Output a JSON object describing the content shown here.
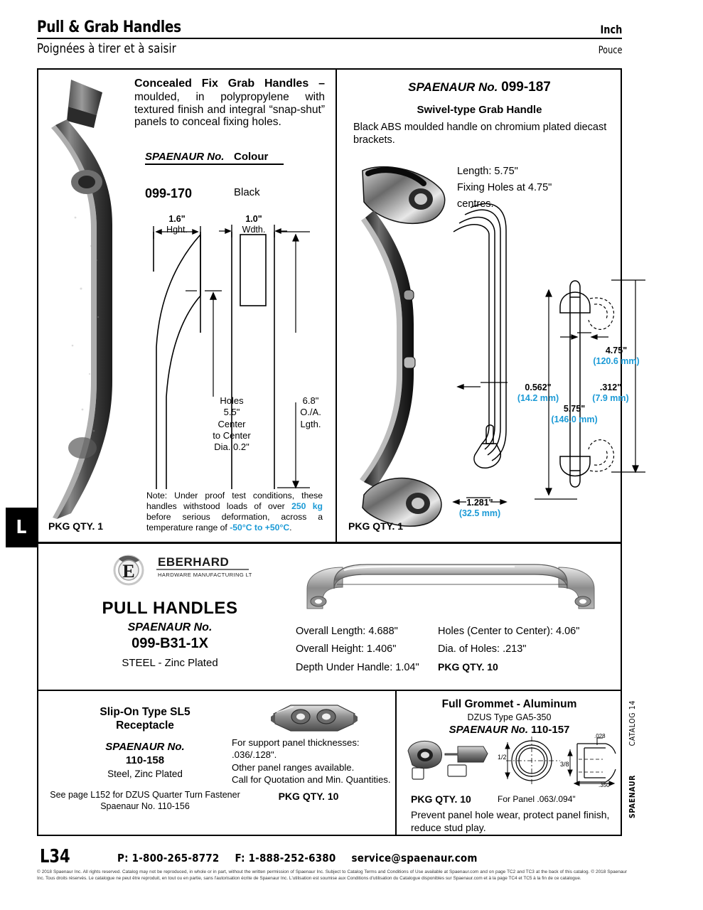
{
  "header": {
    "title": "Pull & Grab Handles",
    "unit_en": "Inch",
    "subtitle_fr": "Poignées à tirer et à saisir",
    "unit_fr": "Pouce"
  },
  "side_tab": {
    "letter": "L"
  },
  "side_vertical": {
    "catalog": "CATALOG 14",
    "brand": "SPAENAUR"
  },
  "panel_concealed": {
    "title_bold": "Concealed Fix Grab Handles –",
    "description": " moulded, in polypropylene with textured finish and integral “snap-shut” panels to conceal fixing holes.",
    "table_headers": {
      "part": "SPAENAUR No.",
      "colour": "Colour"
    },
    "rows": [
      {
        "part": "099-170",
        "colour": "Black"
      }
    ],
    "drawing": {
      "height": "1.6\"",
      "height_label": "Hght.",
      "width": "1.0\"",
      "width_label": "Wdth.",
      "holes_line1": "Holes",
      "holes_line2": "5.5\"",
      "holes_line3": "Center",
      "holes_line4": "to Center",
      "holes_line5": "Dia. 0.2\"",
      "oal_line1": "6.8\"",
      "oal_line2": "O./A.",
      "oal_line3": "Lgth."
    },
    "note_pre": "Note: Under proof test conditions, these handles withstood loads of over ",
    "note_load": "250 kg",
    "note_mid": " before serious deformation, across a temperature range of ",
    "note_temp": "-50°C to +50°C",
    "note_end": ".",
    "pkg_qty": "PKG QTY. 1"
  },
  "panel_swivel": {
    "spaenaur_label": "SPAENAUR No.",
    "part_no": "099-187",
    "subtitle": "Swivel-type Grab Handle",
    "description": "Black ABS moulded handle on chromium plated diecast brackets.",
    "length_line": "Length: 5.75\"",
    "holes_line1": "Fixing Holes at 4.75\"",
    "holes_line2": "centres.",
    "dims": {
      "d1_in": "0.562\"",
      "d1_mm": "(14.2 mm)",
      "d2_in": "1.281\"",
      "d2_mm": "(32.5 mm)",
      "d3_in": "5.75\"",
      "d3_mm": "(146.0 mm)",
      "d4_in": "4.75\"",
      "d4_mm": "(120.6 mm)",
      "d5_in": ".312\"",
      "d5_mm": "(7.9 mm)"
    },
    "pkg_qty": "PKG QTY. 1"
  },
  "panel_pull_handles": {
    "brand_name": "EBERHARD",
    "brand_sub": "HARDWARE MANUFACTURING LTD.",
    "title": "PULL HANDLES",
    "spaenaur_label": "SPAENAUR No.",
    "part_no": "099-B31-1X",
    "material": "STEEL - Zinc Plated",
    "specs_left": [
      "Overall Length: 4.688\"",
      "Overall Height: 1.406\"",
      "Depth Under Handle: 1.04\""
    ],
    "specs_right": [
      "Holes (Center to Center): 4.06\"",
      "Dia. of Holes: .213\""
    ],
    "pkg_qty": "PKG QTY. 10"
  },
  "panel_slipon": {
    "title_line1": "Slip-On Type SL5",
    "title_line2": "Receptacle",
    "spaenaur_label": "SPAENAUR No.",
    "part_no": "110-158",
    "material": "Steel, Zinc Plated",
    "see_line1": "See page L152 for DZUS Quarter Turn Fastener",
    "see_line2": "Spaenaur No. 110-156",
    "body_line1": "For support panel thicknesses:",
    "body_line2": ".036/.128\".",
    "body_line3": "Other panel ranges available.",
    "body_line4": "Call for Quotation and Min. Quantities.",
    "pkg_qty": "PKG QTY. 10"
  },
  "panel_grommet": {
    "title": "Full Grommet - Aluminum",
    "type": "DZUS Type GA5-350",
    "spaenaur_label": "SPAENAUR No.",
    "part_no": "110-157",
    "dims": {
      "dia": "1/2",
      "depth": "3/8",
      "thick": ".028",
      "width": ".350"
    },
    "pkg_qty": "PKG QTY. 10",
    "for_panel": "For Panel .063/.094\"",
    "body": "Prevent panel hole wear, protect panel finish, reduce stud play."
  },
  "footer": {
    "page": "L34",
    "phone": "P: 1-800-265-8772",
    "fax": "F: 1-888-252-6380",
    "email": "service@spaenaur.com",
    "legal": "© 2018 Spaenaur Inc. All rights reserved. Catalog may not be reproduced, in whole or in part, without the written permission of Spaenaur Inc. Subject to Catalog Terms and Conditions of Use available at Spaenaur.com and on page TC2 and TC3 at the back of this catalog. © 2018 Spaenaur Inc. Tous droits réservés. Le catalogue ne peut être reproduit, en tout ou en partie, sans l'autorisation écrite de Spaenaur Inc. L'utilisation est soumise aux Conditions d'utilisation du Catalogue disponibles sur Spaenaur.com et à la page TC4 et TC5 à la fin de ce catalogue."
  },
  "colors": {
    "accent_blue": "#1b9ad6",
    "rule": "#000000"
  }
}
